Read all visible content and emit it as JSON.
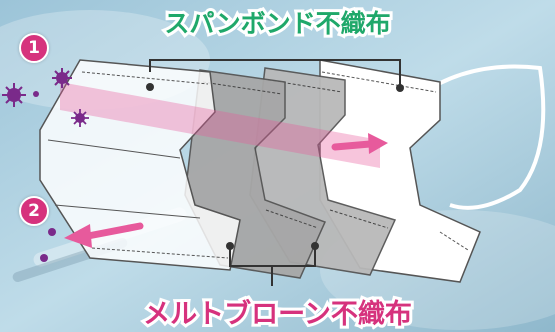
{
  "top_label": "スパンボンド不織布",
  "bottom_label": "メルトブローン不織布",
  "badge_1": "1",
  "badge_2": "2",
  "colors": {
    "spunbond_label": "#1fa86a",
    "meltblown_label": "#d6327d",
    "badge": "#d6327d",
    "arrow": "#e75a9c",
    "particle": "#7a2a8a"
  },
  "icons": [
    "virus-particle",
    "arrow-right",
    "arrow-left"
  ]
}
